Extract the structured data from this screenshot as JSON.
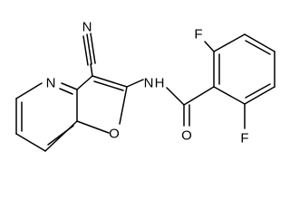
{
  "atoms": {
    "nitrile_n": "N",
    "amide_n": "N",
    "amide_h": "H",
    "pyridine_n": "N",
    "furan_o": "O",
    "carbonyl_o": "O",
    "fluorine_top": "F",
    "fluorine_bottom": "F"
  }
}
